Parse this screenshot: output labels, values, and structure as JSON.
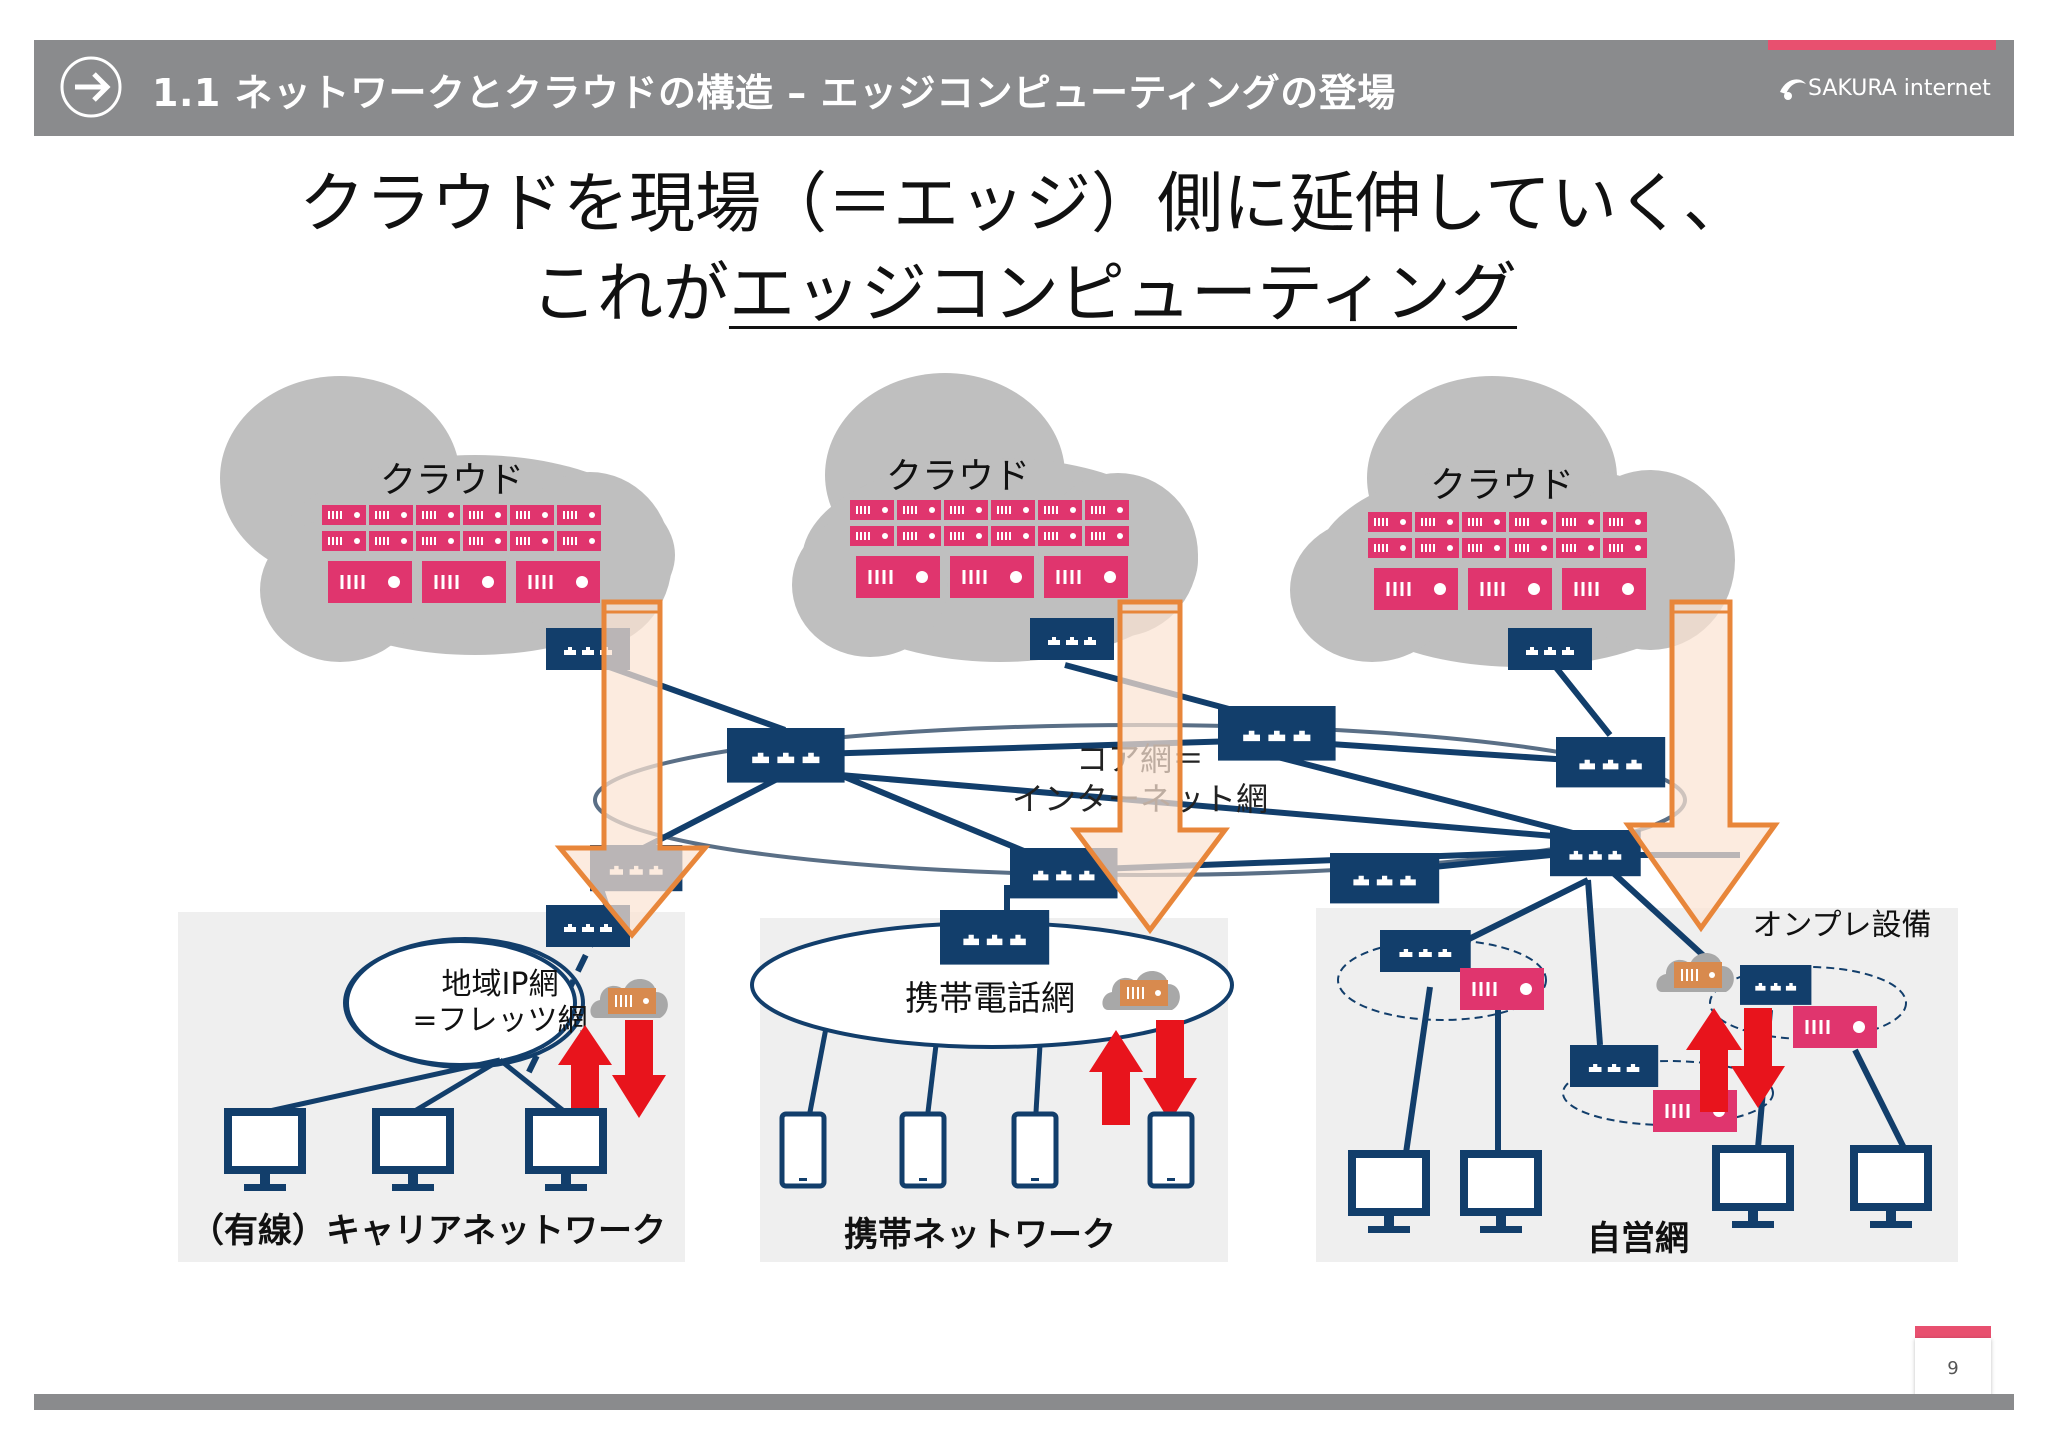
{
  "header": {
    "title": "1.1 ネットワークとクラウドの構造 – エッジコンピューティングの登場",
    "icon": "arrow-right-icon",
    "logo_text": "SAKURA internet",
    "accent": "#e8506f",
    "bar_color": "#8a8b8d"
  },
  "headline": {
    "line1": "クラウドを現場（＝エッジ）側に延伸していく、",
    "line2_prefix": "これが",
    "line2_underlined": "エッジコンピューティング"
  },
  "diagram": {
    "clouds": [
      "クラウド",
      "クラウド",
      "クラウド"
    ],
    "core_label_1": "コア網＝",
    "core_label_2": "インターネット網",
    "region_label_1": "地域IP網",
    "region_label_2": "=フレッツ網",
    "mobile_label": "携帯電話網",
    "onprem_label": "オンプレ設備",
    "section_labels": [
      "（有線）キャリアネットワーク",
      "携帯ネットワーク",
      "自営網"
    ],
    "colors": {
      "navy": "#123e6b",
      "pink": "#e0356e",
      "orange": "#e8863a",
      "red": "#e8141c",
      "cloud_gray": "#bfbfbf",
      "panel": "#efefef"
    }
  },
  "footer": {
    "page_number": "9"
  }
}
